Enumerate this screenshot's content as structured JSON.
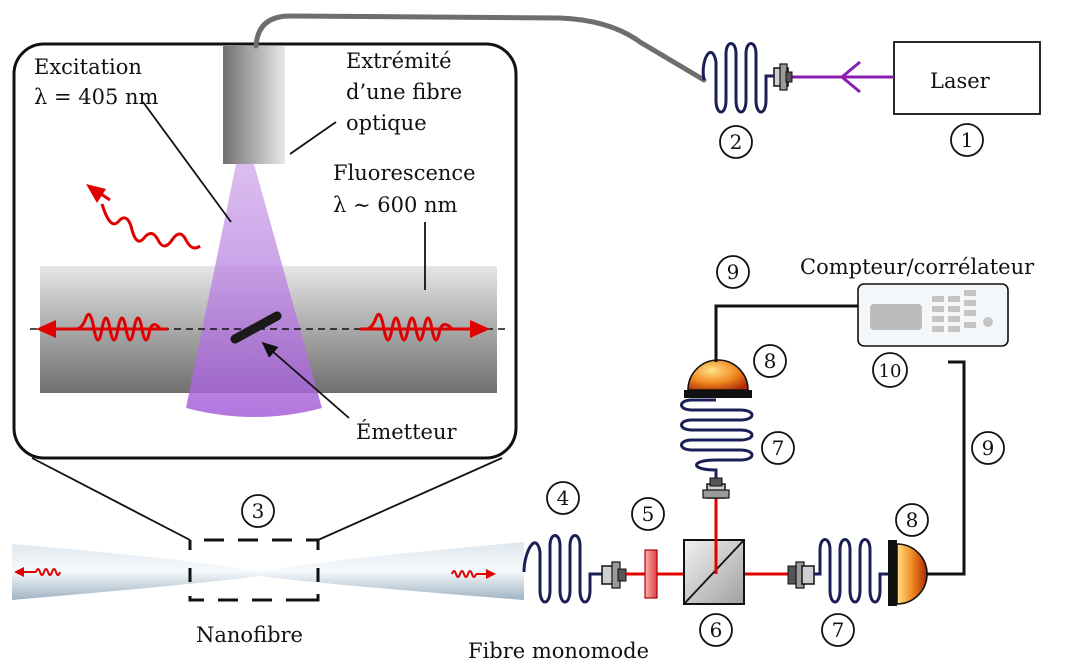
{
  "labels": {
    "excitation_line1": "Excitation",
    "excitation_line2": "λ = 405 nm",
    "fiber_tip_line1": "Extrémité",
    "fiber_tip_line2": "d’une fibre",
    "fiber_tip_line3": "optique",
    "fluorescence_line1": "Fluorescence",
    "fluorescence_line2": "λ ∼ 600 nm",
    "emitter": "Émetteur",
    "laser": "Laser",
    "counter": "Compteur/corrélateur",
    "nanofiber": "Nanofibre",
    "single_mode_fiber": "Fibre monomode"
  },
  "markers": {
    "m1": "1",
    "m2": "2",
    "m3": "3",
    "m4": "4",
    "m5": "5",
    "m6": "6",
    "m7a": "7",
    "m7b": "7",
    "m8a": "8",
    "m8b": "8",
    "m9a": "9",
    "m9b": "9",
    "m10": "10"
  },
  "colors": {
    "laser_beam": "#8a1fb0",
    "signal_beam": "#e00000",
    "excitation_cone": "#b57be0",
    "fiber_coil": "#1a1f55",
    "fiber_cable": "#6e6e6e",
    "detector": "#e06010"
  }
}
